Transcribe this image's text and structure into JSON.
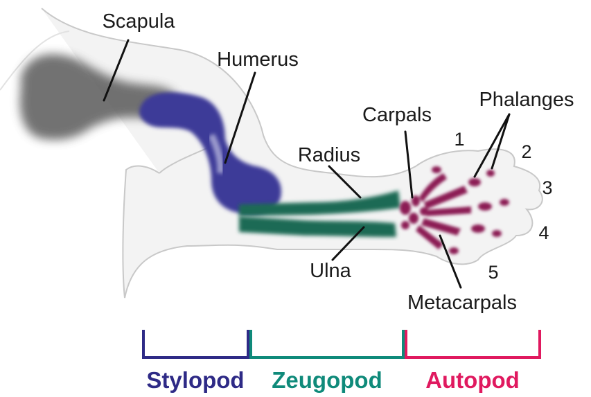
{
  "labels": {
    "scapula": "Scapula",
    "humerus": "Humerus",
    "carpals": "Carpals",
    "phalanges": "Phalanges",
    "radius": "Radius",
    "ulna": "Ulna",
    "metacarpals": "Metacarpals"
  },
  "digits": [
    "1",
    "2",
    "3",
    "4",
    "5"
  ],
  "regions": [
    {
      "name": "Stylopod",
      "color": "#2e2a86"
    },
    {
      "name": "Zeugopod",
      "color": "#0f8a7a"
    },
    {
      "name": "Autopod",
      "color": "#e0195f"
    }
  ],
  "colors": {
    "humerus": "#3c3a98",
    "zeugopod_bones": "#1e6b55",
    "autopod_bones": "#8c1f55",
    "scapula": "#555555"
  }
}
